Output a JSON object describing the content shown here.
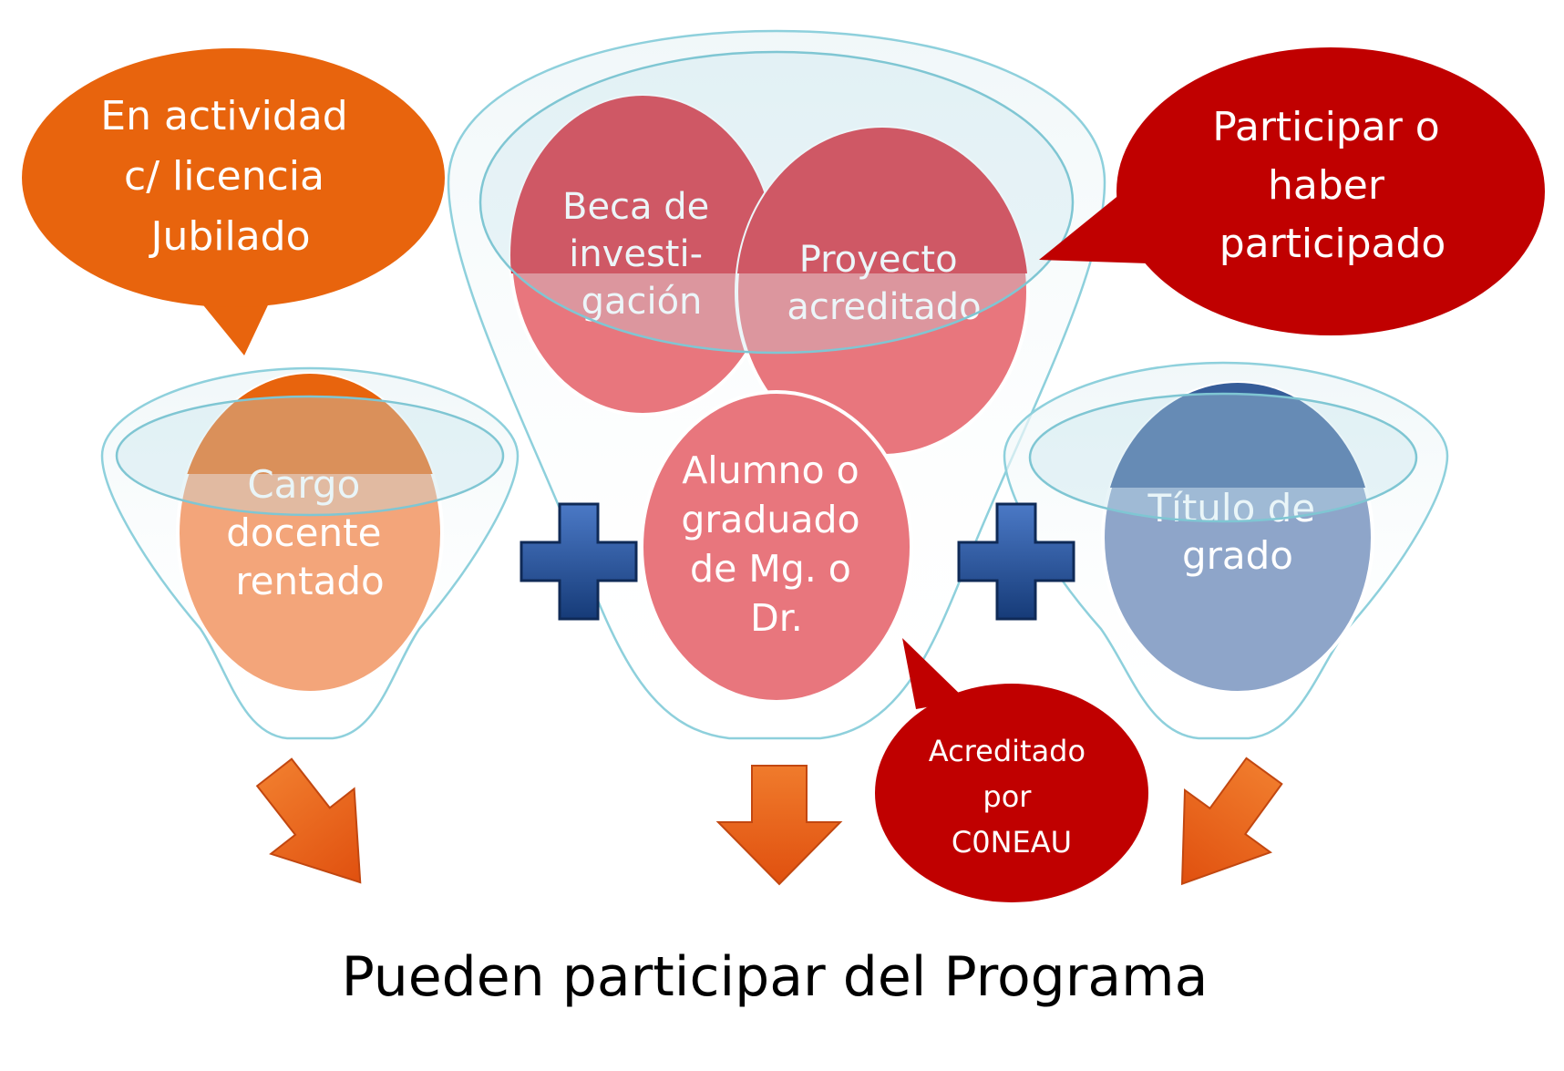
{
  "funnels": [
    {
      "id": "cargo",
      "circle_lines": [
        "Cargo",
        "docente",
        "rentado"
      ]
    },
    {
      "id": "beca",
      "circle_lines": [
        "Beca de",
        "investi-",
        "gación"
      ]
    },
    {
      "id": "proyecto",
      "circle_lines": [
        "Proyecto",
        "acreditado"
      ]
    },
    {
      "id": "alumno",
      "circle_lines": [
        "Alumno o",
        "graduado",
        "de Mg. o",
        "Dr."
      ]
    },
    {
      "id": "titulo",
      "circle_lines": [
        "Título de",
        "grado"
      ]
    }
  ],
  "callouts": {
    "activity": {
      "lines": [
        "En actividad",
        "c/ licencia",
        "Jubilado"
      ]
    },
    "participate": {
      "lines": [
        "Participar o",
        "haber",
        "participado"
      ]
    },
    "coneau": {
      "lines": [
        "Acreditado",
        "por",
        "C0NEAU"
      ]
    }
  },
  "footer": {
    "text": "Pueden participar del Programa"
  },
  "colors": {
    "orange": "#e8640d",
    "orange_light": "#f3a57a",
    "red": "#d61e2b",
    "red_light": "#e8767d",
    "blue": "#365d99",
    "blue_light": "#8ea5c9",
    "dark_red": "#c00000",
    "plus_blue": "#1f4e9a",
    "arrow_orange": "#ea5e1a",
    "funnel_stroke": "#8ed0dc"
  }
}
